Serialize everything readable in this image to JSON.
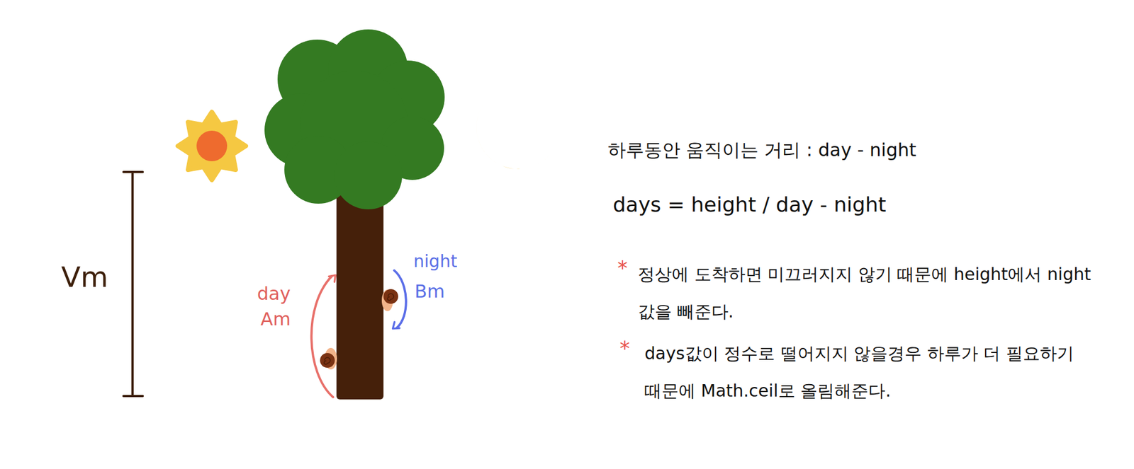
{
  "diagram": {
    "labels": [
      "Vm",
      "day",
      "Am",
      "night",
      "Bm",
      "하루동안 움직이는 거리 : day - night",
      "days = height / day - night",
      "*",
      "정상에 도착하면 미끄러지지 않기 때문에 height에서 night 값을 빼준다.",
      "*",
      "days값이 정수로 떨어지지 않을경우 하루가 더 필요하기 때문에 Math.ceil로 올림해준다."
    ]
  }
}
